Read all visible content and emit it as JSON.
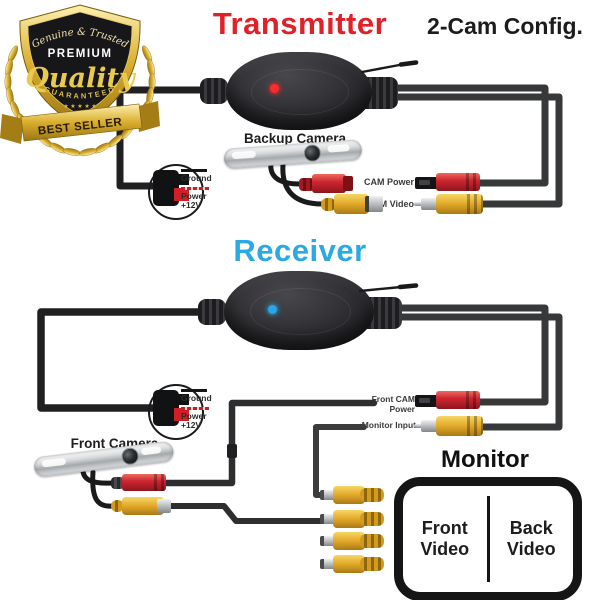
{
  "badge": {
    "top_line": "Genuine & Trusted",
    "premium": "PREMIUM",
    "script_word": "Quality",
    "guaranteed": "GUARANTEED",
    "stars": "★ ★ ★ ★ ★",
    "ribbon": "BEST SELLER"
  },
  "transmitter": {
    "title": "Transmitter",
    "config_label": "2-Cam Config.",
    "camera_label": "Backup Camera",
    "cam_power_label": "CAM Power",
    "cam_video_label": "CAM Video",
    "power_plug": {
      "ground": "Ground",
      "power": "Power",
      "voltage": "+12V"
    }
  },
  "receiver": {
    "title": "Receiver",
    "front_cam_power_line1": "Front CAM",
    "front_cam_power_line2": "Power",
    "monitor_input_label": "Monitor Input",
    "camera_label": "Front Camera",
    "power_plug": {
      "ground": "Ground",
      "power": "Power",
      "voltage": "+12V"
    }
  },
  "monitor": {
    "title": "Monitor",
    "front_video": "Front Video",
    "back_video": "Back Video"
  },
  "colors": {
    "transmitter_red": "#e02127",
    "receiver_blue": "#2aa9e2",
    "rca_red": "#c6242b",
    "rca_yellow": "#e7b32d",
    "badge_gold": "#d4af37",
    "led_red": "#ff2a2a",
    "led_blue": "#2aa6e6"
  }
}
